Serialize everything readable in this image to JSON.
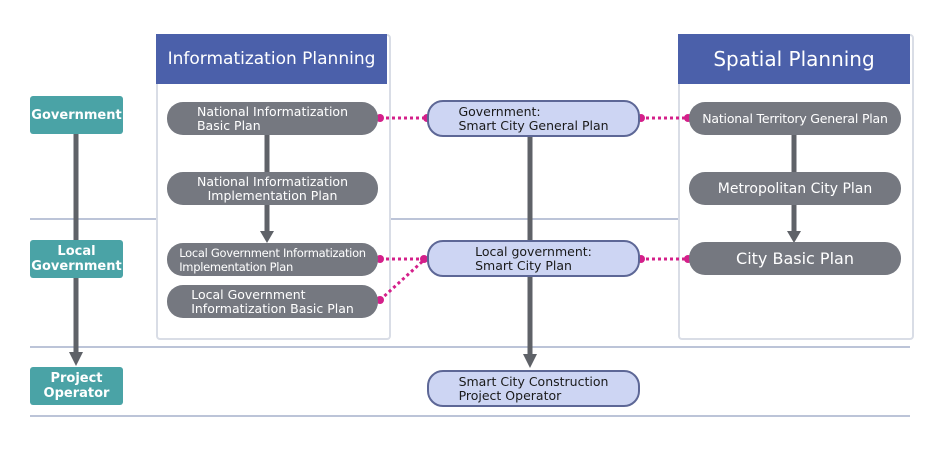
{
  "headers": {
    "informatization": "Informatization Planning",
    "spatial": "Spatial Planning"
  },
  "levels": {
    "government": "Government",
    "local_government": "Local\nGovernment",
    "project_operator": "Project\nOperator"
  },
  "informatization_nodes": {
    "national_basic": "National Informatization\nBasic Plan",
    "national_implementation": "National Informatization\nImplementation Plan",
    "local_implementation": "Local Government Informatization\nImplementation Plan",
    "local_basic": "Local Government\nInformatization Basic Plan"
  },
  "smart_city_nodes": {
    "government_general": "Government:\nSmart City General Plan",
    "local_plan": "Local government:\nSmart City Plan",
    "construction_operator": "Smart City Construction\nProject Operator"
  },
  "spatial_nodes": {
    "territory_general": "National Territory General Plan",
    "metropolitan": "Metropolitan City Plan",
    "city_basic": "City Basic Plan"
  },
  "colors": {
    "header_blue": "#4b60aa",
    "level_teal": "#4aa3a6",
    "node_gray": "#757880",
    "node_blue_fill": "#cdd5f3",
    "connector_magenta": "#d4208a",
    "arrow_gray": "#5f6268"
  }
}
